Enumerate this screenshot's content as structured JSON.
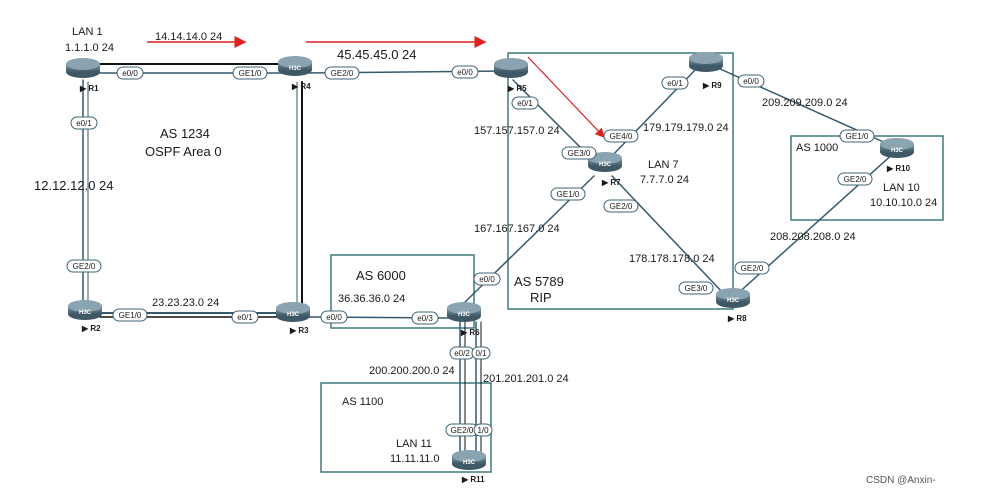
{
  "colors": {
    "link": "#355a6e",
    "link_bold": "#111111",
    "as_box": "#3e7b7b",
    "arrow": "#e02020",
    "router_dark": "#48606d",
    "router_light": "#6e8896",
    "port_box": "#3f6476"
  },
  "routers": {
    "R1": {
      "name": "R1",
      "h3c": ""
    },
    "R2": {
      "name": "R2",
      "h3c": "H3C"
    },
    "R3": {
      "name": "R3",
      "h3c": "H3C"
    },
    "R4": {
      "name": "R4",
      "h3c": "H3C"
    },
    "R5": {
      "name": "R5",
      "h3c": ""
    },
    "R6": {
      "name": "R6",
      "h3c": "H3C"
    },
    "R7": {
      "name": "R7",
      "h3c": "H3C"
    },
    "R8": {
      "name": "R8",
      "h3c": "H3C"
    },
    "R9": {
      "name": "R9",
      "h3c": ""
    },
    "R10": {
      "name": "R10",
      "h3c": "H3C"
    },
    "R11": {
      "name": "R11",
      "h3c": "H3C"
    }
  },
  "ports": {
    "r1_e00": "e0/0",
    "r4_ge10": "GE1/0",
    "r4_ge20": "GE2/0",
    "r5_e00": "e0/0",
    "r1_e01": "e0/1",
    "r2_ge20": "GE2/0",
    "r2_ge10": "GE1/0",
    "r3_e01": "e0/1",
    "r3_e00": "e0/0",
    "r6_e03": "e0/3",
    "r5_e01": "e0/1",
    "r7_ge30": "GE3/0",
    "r7_ge40": "GE4/0",
    "r9_e01": "e0/1",
    "r9_e00": "e0/0",
    "r10_ge10": "GE1/0",
    "r10_ge20": "GE2/0",
    "r8_ge20": "GE2/0",
    "r7_ge10": "GE1/0",
    "r6_e00": "e0/0",
    "r7_ge20": "GE2/0",
    "r8_ge30": "GE3/0",
    "r6_e02": "e0/2",
    "r6_e01": "0/1",
    "r11_ge20": "GE2/0",
    "r11_ge10": "1/0"
  },
  "labels": {
    "lan1_title": "LAN 1",
    "lan1_net": "1.1.1.0 24",
    "net_14": "14.14.14.0 24",
    "net_45": "45.45.45.0 24",
    "as1234": "AS 1234",
    "ospf": "OSPF Area 0",
    "net_12": "12.12.12.0 24",
    "net_23": "23.23.23.0 24",
    "as6000": "AS 6000",
    "net_36": "36.36.36.0 24",
    "net_157": "157.157.157.0 24",
    "net_179": "179.179.179.0 24",
    "lan7_title": "LAN 7",
    "lan7_net": "7.7.7.0 24",
    "net_167": "167.167.167.0 24",
    "as5789": "AS  5789",
    "rip": "RIP",
    "net_178": "178.178.178.0 24",
    "net_209": "209.209.209.0 24",
    "as1000": "AS 1000",
    "lan10_title": "LAN 10",
    "lan10_net": "10.10.10.0 24",
    "net_208": "208.208.208.0 24",
    "net_200": "200.200.200.0 24",
    "net_201": "201.201.201.0 24",
    "as1100": "AS 1100",
    "lan11_title": "LAN 11",
    "lan11_net": "11.11.11.0",
    "watermark": "CSDN @Anxin-"
  }
}
